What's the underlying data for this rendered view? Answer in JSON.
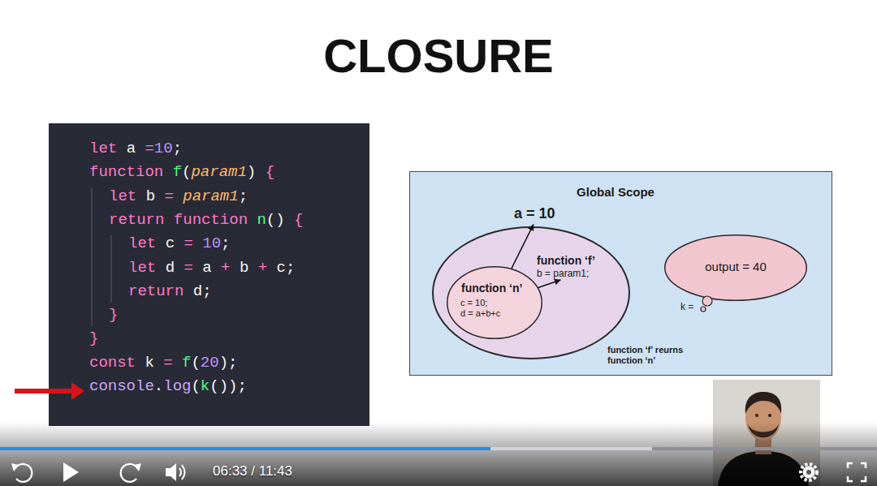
{
  "diagram": {
    "title": "CLOSURE",
    "nodes": [
      {
        "text": [
          "let a =10;",
          "function f(param1) {",
          "let b = param1;",
          "return function n() {",
          "let c = 10;",
          "let d = a + b + c;",
          "return d;",
          "}",
          "}",
          "const k = f(20);",
          "console.log(k());"
        ]
      },
      {
        "text": [
          "Global Scope",
          "a = 10",
          "function ‘f’ reurns function ‘n’"
        ]
      },
      {
        "text": [
          "function ‘f’",
          "b = param1;"
        ],
        "in": 1
      },
      {
        "text": [
          "function ‘n’",
          "c = 10;",
          "d = a+b+c"
        ],
        "in": 2
      },
      {
        "text": [
          "output = 40"
        ],
        "in": 1
      }
    ],
    "edges": [
      {
        "from": 3,
        "to": 1,
        "arrow": "to"
      },
      {
        "from": 3,
        "to": 2,
        "arrow": "to"
      }
    ],
    "labels": [
      "k =",
      "06:33 / 11:43"
    ]
  }
}
